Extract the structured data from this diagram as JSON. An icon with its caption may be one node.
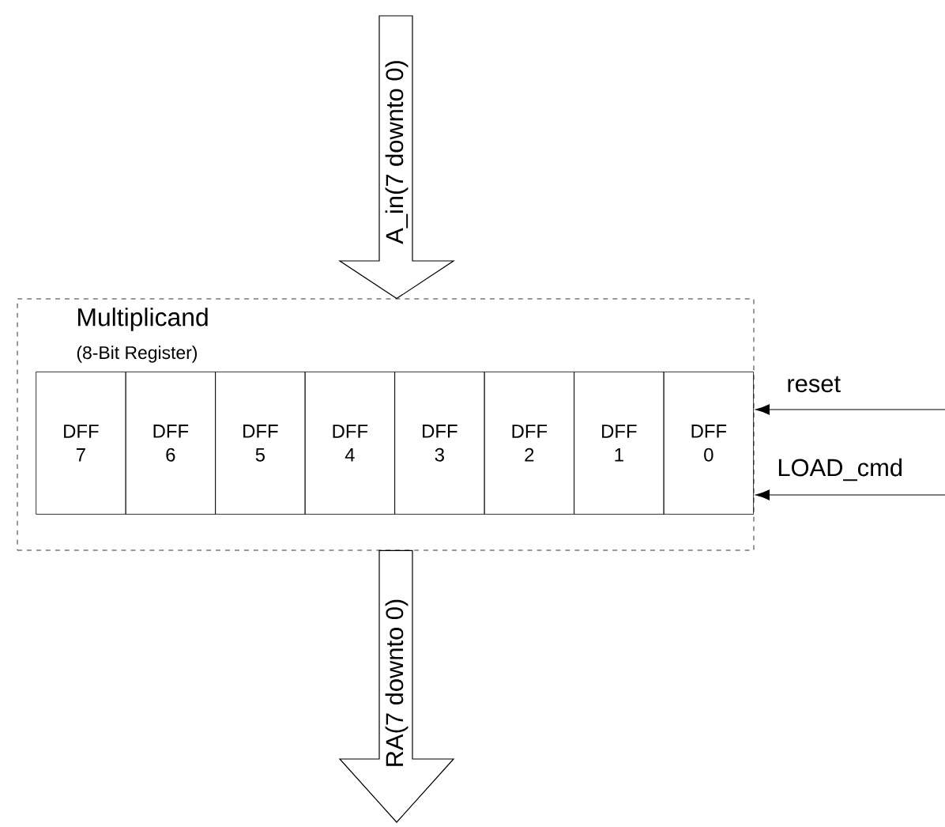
{
  "diagram": {
    "nodes": [
      {
        "text": [
          "Multiplicand",
          "(8-Bit Register)"
        ]
      },
      {
        "text": [
          "DFF 7"
        ],
        "in": 0
      },
      {
        "text": [
          "DFF 6"
        ],
        "in": 0
      },
      {
        "text": [
          "DFF 5"
        ],
        "in": 0
      },
      {
        "text": [
          "DFF 4"
        ],
        "in": 0
      },
      {
        "text": [
          "DFF 3"
        ],
        "in": 0
      },
      {
        "text": [
          "DFF 2"
        ],
        "in": 0
      },
      {
        "text": [
          "DFF 1"
        ],
        "in": 0
      },
      {
        "text": [
          "DFF 0"
        ],
        "in": 0
      }
    ],
    "edges": [
      {
        "from": null,
        "to": 0,
        "arrow": "to",
        "label": "A_in(7 downto 0)",
        "style": "thick"
      },
      {
        "from": 0,
        "to": null,
        "arrow": "to",
        "label": "RA(7 downto 0)",
        "style": "thick"
      },
      {
        "from": null,
        "to": 8,
        "arrow": "to",
        "label": "reset"
      },
      {
        "from": null,
        "to": 8,
        "arrow": "to",
        "label": "LOAD_cmd"
      }
    ]
  }
}
